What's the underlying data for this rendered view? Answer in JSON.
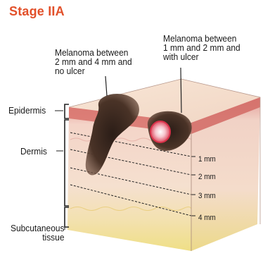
{
  "title": "Stage IIA",
  "labels": {
    "melanoma_thick": "Melanoma between\n2 mm and 4 mm and\nno ulcer",
    "melanoma_ulcer": "Melanoma between\n1 mm and 2 mm and\nwith ulcer",
    "epidermis": "Epidermis",
    "dermis": "Dermis",
    "subcutaneous": "Subcutaneous\ntissue"
  },
  "depth_marks": [
    "1 mm",
    "2 mm",
    "3 mm",
    "4 mm"
  ],
  "colors": {
    "title": "#e2502a",
    "epidermis": "#d9766f",
    "dermis": "#f3dcc5",
    "subcutaneous": "#f0e08a",
    "melanoma": "#3b2a22",
    "ulcer": "#e23a4f"
  }
}
